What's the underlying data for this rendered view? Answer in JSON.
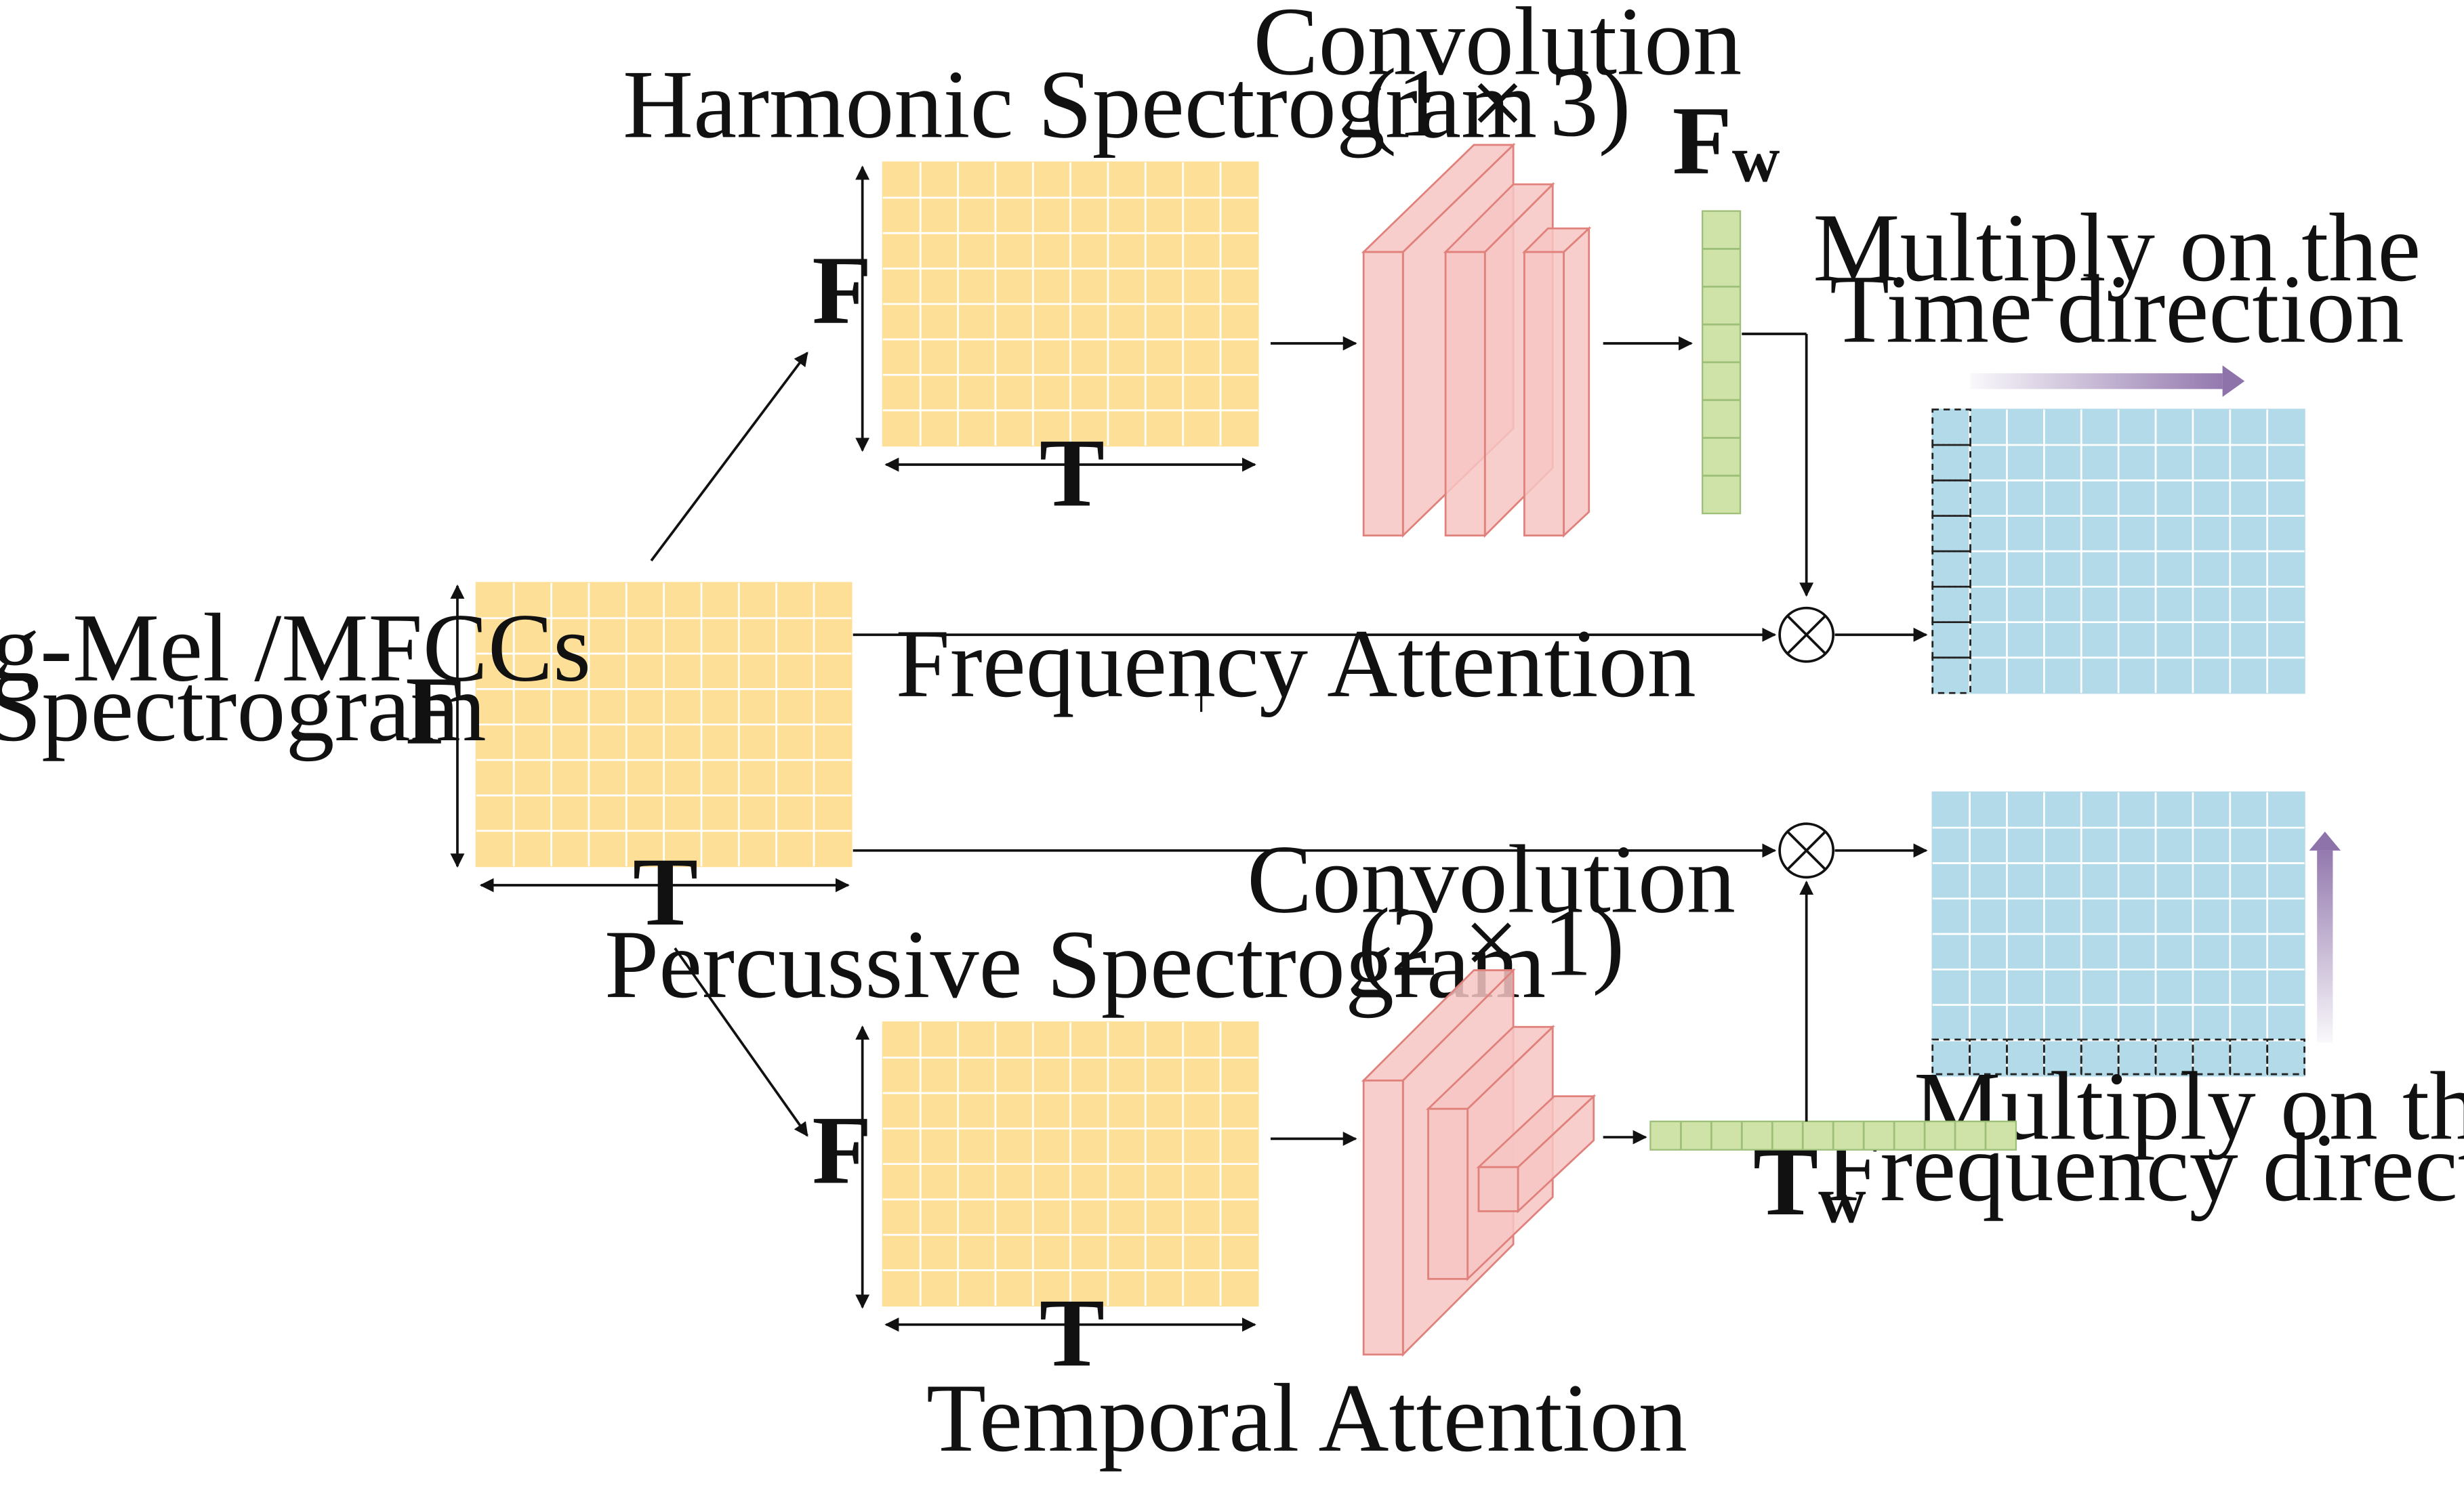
{
  "colors": {
    "spectrogram": "#fedf97",
    "attended": "#b3dae8",
    "conv": "#f6c6c3",
    "conv_stroke": "#e0817c",
    "weights": "#cfe3a9",
    "weights_stroke": "#9dbf78",
    "time_arrow": "#8e72aa",
    "line": "#111111"
  },
  "labels": {
    "input_line1": "Log-Mel /MFCCs",
    "input_line2": "Spectrogram",
    "harmonic": "Harmonic Spectrogram",
    "percussive": "Percussive Spectrogram",
    "conv_top_title": "Convolution",
    "conv_top_kernel": "(1 × 3)",
    "conv_bottom_title": "Convolution",
    "conv_bottom_kernel": "(2 × 1)",
    "freq_attention": "Frequency  Attention",
    "temporal_attention": "Temporal  Attention",
    "time_dir_line1": "Multiply on the",
    "time_dir_line2": "Time direction",
    "freq_dir_line1": "Multiply on the",
    "freq_dir_line2": "Frequency direction"
  },
  "axes": {
    "F": "F",
    "T": "T"
  },
  "weights": {
    "fw_main": "F",
    "fw_sub": "w",
    "tw_main": "T",
    "tw_sub": "w"
  },
  "icons": {
    "multiply": "circled-times-icon"
  }
}
